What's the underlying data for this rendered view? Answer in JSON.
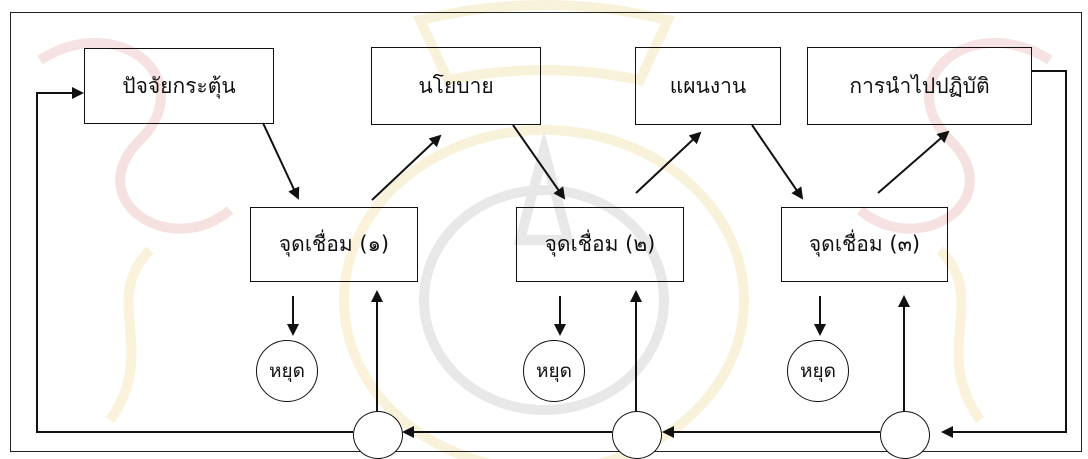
{
  "diagram": {
    "top_row": [
      {
        "label": "ปัจจัยกระตุ้น"
      },
      {
        "label": "นโยบาย"
      },
      {
        "label": "แผนงาน"
      },
      {
        "label": "การนำไปปฏิบัติ"
      }
    ],
    "junctions": [
      {
        "label": "จุดเชื่อม (๑)"
      },
      {
        "label": "จุดเชื่อม (๒)"
      },
      {
        "label": "จุดเชื่อม (๓)"
      }
    ],
    "stops": [
      {
        "label": "หยุด"
      },
      {
        "label": "หยุด"
      },
      {
        "label": "หยุด"
      }
    ]
  },
  "colors": {
    "line": "#111111",
    "watermark_red": "#d87a7a",
    "watermark_gold": "#e6c65a",
    "watermark_gray": "#9a9a9a"
  }
}
